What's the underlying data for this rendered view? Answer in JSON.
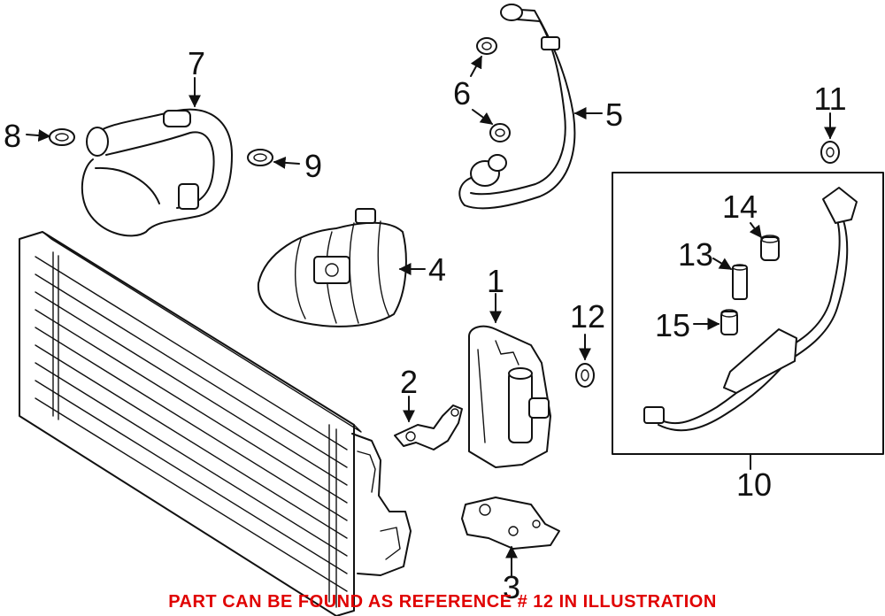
{
  "callouts": [
    {
      "id": "1",
      "label": "1"
    },
    {
      "id": "2",
      "label": "2"
    },
    {
      "id": "3",
      "label": "3"
    },
    {
      "id": "4",
      "label": "4"
    },
    {
      "id": "5",
      "label": "5"
    },
    {
      "id": "6",
      "label": "6"
    },
    {
      "id": "7",
      "label": "7"
    },
    {
      "id": "8",
      "label": "8"
    },
    {
      "id": "9",
      "label": "9"
    },
    {
      "id": "10",
      "label": "10"
    },
    {
      "id": "11",
      "label": "11"
    },
    {
      "id": "12",
      "label": "12"
    },
    {
      "id": "13",
      "label": "13"
    },
    {
      "id": "14",
      "label": "14"
    },
    {
      "id": "15",
      "label": "15"
    }
  ],
  "notice": {
    "text": "PART CAN BE FOUND AS REFERENCE # 12 IN ILLUSTRATION",
    "color": "#e00000"
  }
}
